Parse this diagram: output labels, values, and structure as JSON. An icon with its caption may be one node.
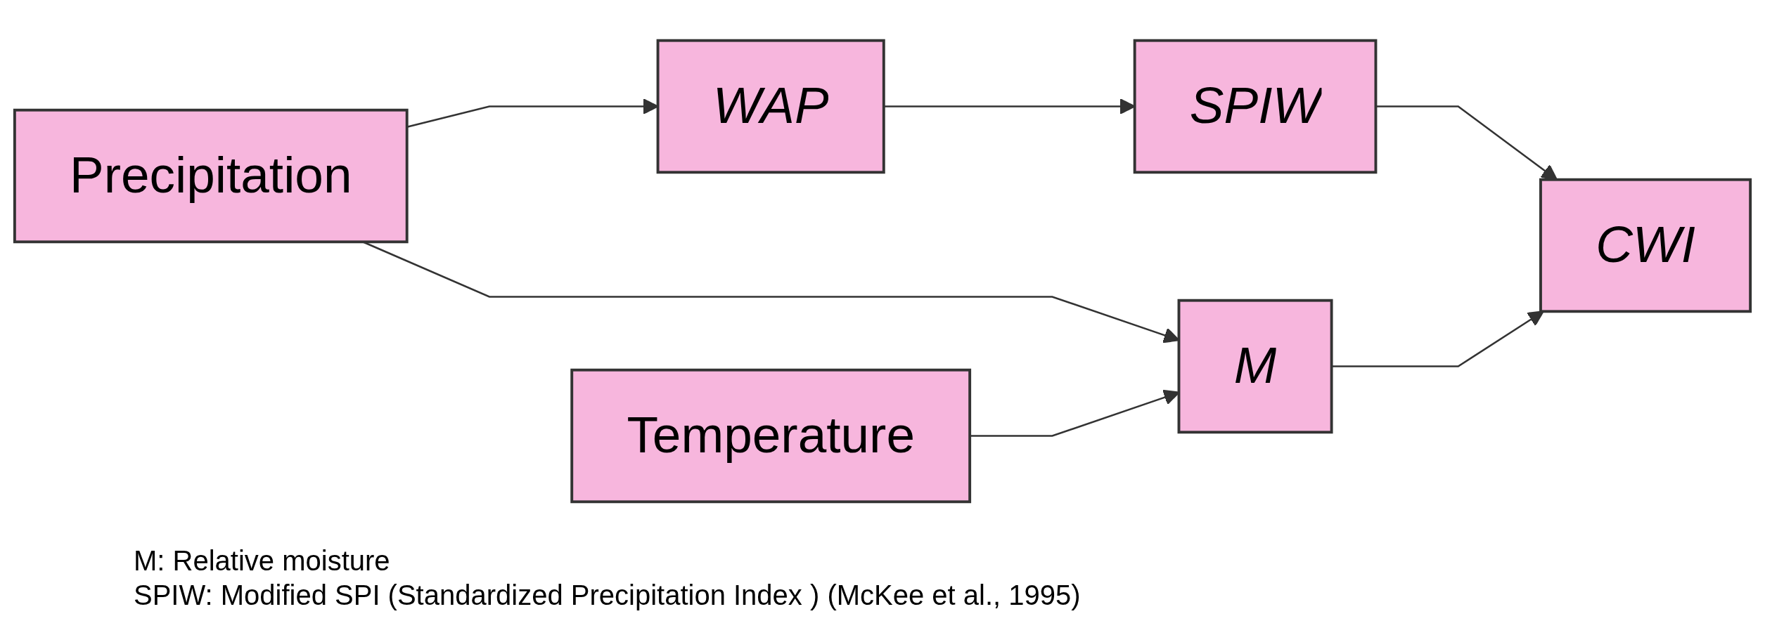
{
  "diagram": {
    "nodes": [
      {
        "text": [
          "Precipitation"
        ]
      },
      {
        "text": [
          "WAP"
        ]
      },
      {
        "text": [
          "SPIW"
        ]
      },
      {
        "text": [
          "CWI"
        ]
      },
      {
        "text": [
          "M"
        ]
      },
      {
        "text": [
          "Temperature"
        ]
      }
    ],
    "edges": [
      {
        "from": 0,
        "to": 1,
        "arrow": "to"
      },
      {
        "from": 1,
        "to": 2,
        "arrow": "to"
      },
      {
        "from": 2,
        "to": 3,
        "arrow": "to"
      },
      {
        "from": 4,
        "to": 3,
        "arrow": "to"
      },
      {
        "from": 0,
        "to": 4,
        "arrow": "to"
      },
      {
        "from": 5,
        "to": 4,
        "arrow": "to"
      }
    ],
    "labels": [
      "M: Relative moisture",
      "SPIW: Modified SPI (Standardized Precipitation Index ) (McKee et al., 1995)"
    ]
  }
}
